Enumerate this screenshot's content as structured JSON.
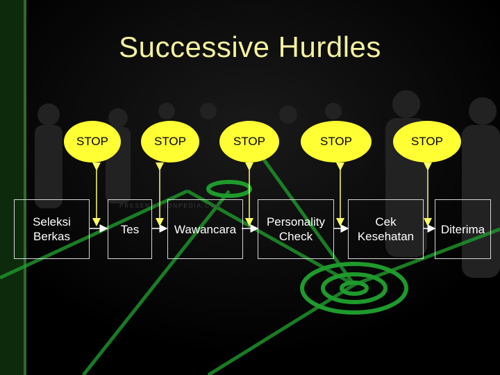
{
  "title": "Successive Hurdles",
  "watermark": "PRESENTATIONPEDIA.COM",
  "stages": [
    {
      "label": "Seleksi\nBerkas"
    },
    {
      "label": "Tes"
    },
    {
      "label": "Wawancara"
    },
    {
      "label": "Personality\nCheck"
    },
    {
      "label": "Cek\nKesehatan"
    },
    {
      "label": "Diterima"
    }
  ],
  "stops": [
    {
      "label": "STOP"
    },
    {
      "label": "STOP"
    },
    {
      "label": "STOP"
    },
    {
      "label": "STOP"
    },
    {
      "label": "STOP"
    }
  ],
  "colors": {
    "stop_fill": "#ffff33",
    "title": "#f4f1a0",
    "connector": "#ffffff",
    "stop_link": "#ffff66",
    "network_green": "#1f9a2c"
  }
}
